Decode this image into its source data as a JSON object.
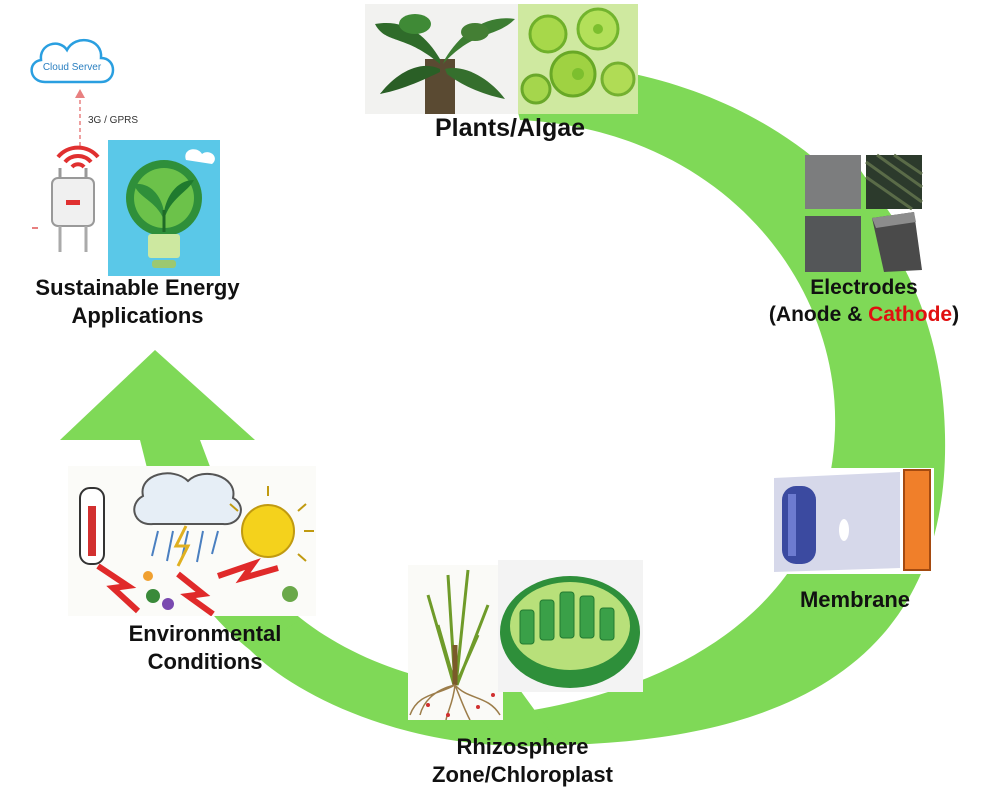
{
  "colors": {
    "cycle_green": "#7fd957",
    "cathode_red": "#e01010",
    "label_text": "#111111",
    "membrane_orange": "#f07f2a",
    "cloud_blue": "#2a9fe0",
    "wifi_red": "#e03030"
  },
  "cloud": {
    "label": "Cloud Server",
    "icon": "cloud-icon"
  },
  "link": {
    "label": "3G / GPRS"
  },
  "nodes": {
    "plants": {
      "label": "Plants/Algae",
      "icons": [
        "plant-roots-image",
        "algae-cells-image"
      ]
    },
    "electrodes": {
      "line1": "Electrodes",
      "line2_prefix": "(Anode & ",
      "line2_highlight": "Cathode",
      "line2_suffix": ")",
      "icons": [
        "electrode-sheets-image"
      ]
    },
    "membrane": {
      "label": "Membrane",
      "icons": [
        "membrane-module-image"
      ]
    },
    "rhizosphere": {
      "line1": "Rhizosphere",
      "line2": "Zone/Chloroplast",
      "icons": [
        "grass-roots-image",
        "chloroplast-image"
      ]
    },
    "environment": {
      "line1": "Environmental",
      "line2": "Conditions",
      "icons": [
        "weather-cartoon-image"
      ]
    },
    "applications": {
      "line1": "Sustainable Energy",
      "line2": "Applications",
      "icons": [
        "iot-gateway-icon",
        "wifi-icon",
        "green-bulb-image"
      ]
    }
  }
}
